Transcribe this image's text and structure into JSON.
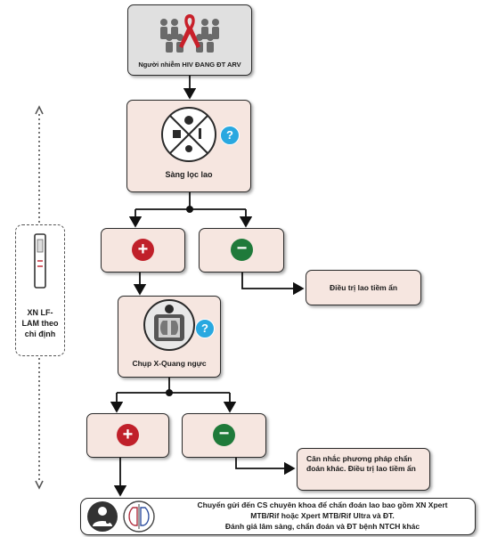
{
  "nodes": {
    "hiv": "Người nhiễm HIV ĐANG ĐT ARV",
    "screening": "Sàng lọc lao",
    "xray": "Chụp X-Quang ngực",
    "latent_tb": "Điều trị lao tiềm ẩn",
    "consider_other": "Cân nhắc phương pháp chẩn đoán khác. Điều trị lao tiềm ẩn",
    "referral_line1": "Chuyển gửi đến CS chuyên khoa để chẩn đoán lao bao gồm XN Xpert",
    "referral_line2": "MTB/Rif hoặc Xpert MTB/Rif Ultra và ĐT.",
    "referral_line3": "Đánh giá lâm sàng, chẩn đoán và ĐT bệnh NTCH khác",
    "side_test": "XN LF-LAM theo chỉ định"
  },
  "symbols": {
    "positive": "+",
    "negative": "−",
    "question": "?"
  },
  "colors": {
    "positive": "#c0202a",
    "negative": "#1f7a3a",
    "question": "#29a8e0",
    "box_fill": "#f6e6e0"
  },
  "icons": [
    "ribbon-people-icon",
    "symptom-wheel-icon",
    "xray-chest-icon",
    "doctor-icon",
    "lung-scan-icon",
    "test-strip-icon"
  ]
}
